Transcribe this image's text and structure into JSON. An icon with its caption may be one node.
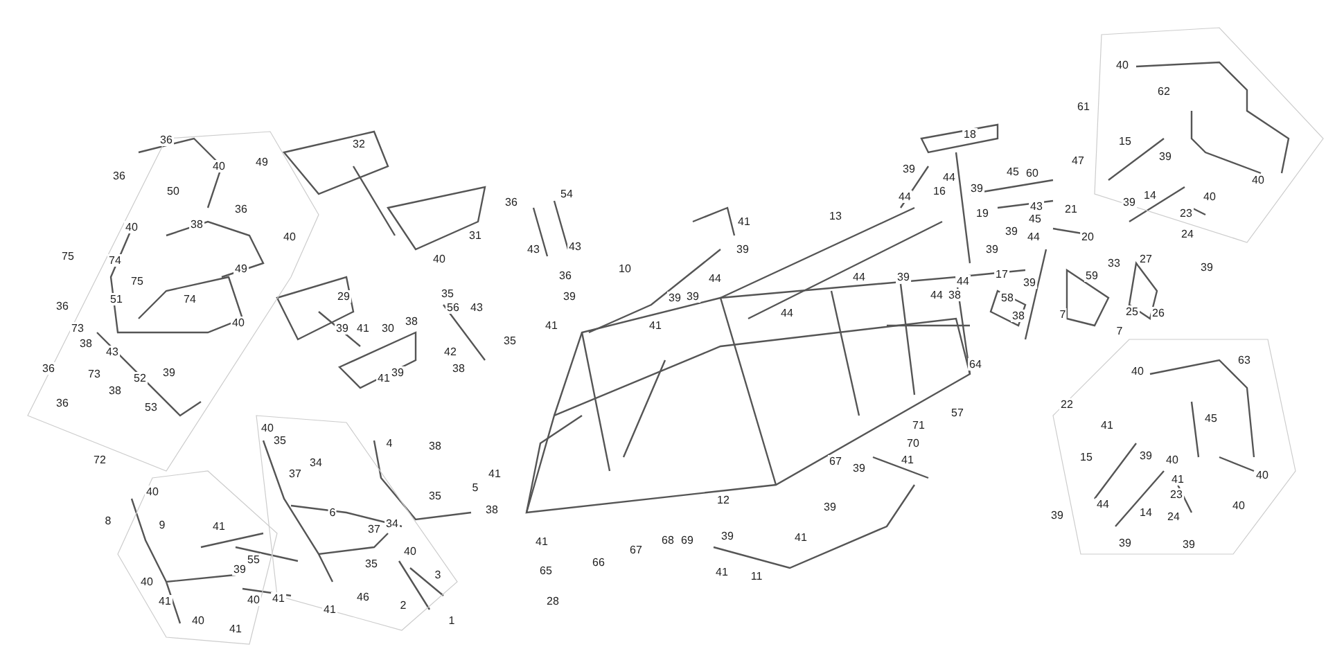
{
  "diagram": {
    "labels": [
      "40",
      "62",
      "61",
      "18",
      "15",
      "39",
      "44",
      "45",
      "60",
      "47",
      "40",
      "39",
      "16",
      "39",
      "44",
      "43",
      "14",
      "39",
      "40",
      "13",
      "19",
      "21",
      "45",
      "23",
      "39",
      "44",
      "20",
      "24",
      "39",
      "27",
      "33",
      "39",
      "44",
      "39",
      "44",
      "17",
      "39",
      "59",
      "44",
      "38",
      "58",
      "38",
      "7",
      "25",
      "26",
      "7",
      "32",
      "54",
      "36",
      "41",
      "31",
      "43",
      "43",
      "39",
      "40",
      "36",
      "10",
      "44",
      "29",
      "35",
      "39",
      "39",
      "39",
      "44",
      "41",
      "41",
      "56",
      "43",
      "39",
      "41",
      "30",
      "38",
      "35",
      "42",
      "41",
      "39",
      "38",
      "36",
      "49",
      "36",
      "40",
      "50",
      "36",
      "40",
      "38",
      "40",
      "75",
      "74",
      "49",
      "75",
      "51",
      "74",
      "36",
      "40",
      "73",
      "38",
      "43",
      "36",
      "39",
      "52",
      "73",
      "38",
      "36",
      "53",
      "72",
      "40",
      "35",
      "34",
      "37",
      "40",
      "8",
      "9",
      "6",
      "41",
      "37",
      "34",
      "40",
      "55",
      "39",
      "35",
      "40",
      "41",
      "40",
      "41",
      "3",
      "46",
      "41",
      "2",
      "40",
      "41",
      "1",
      "4",
      "38",
      "41",
      "5",
      "35",
      "38",
      "41",
      "65",
      "66",
      "67",
      "68",
      "69",
      "28",
      "12",
      "39",
      "41",
      "11",
      "41",
      "39",
      "67",
      "39",
      "41",
      "70",
      "71",
      "57",
      "64",
      "63",
      "40",
      "22",
      "45",
      "41",
      "15",
      "39",
      "40",
      "41",
      "40",
      "23",
      "39",
      "44",
      "14",
      "24",
      "40",
      "39",
      "39"
    ]
  }
}
